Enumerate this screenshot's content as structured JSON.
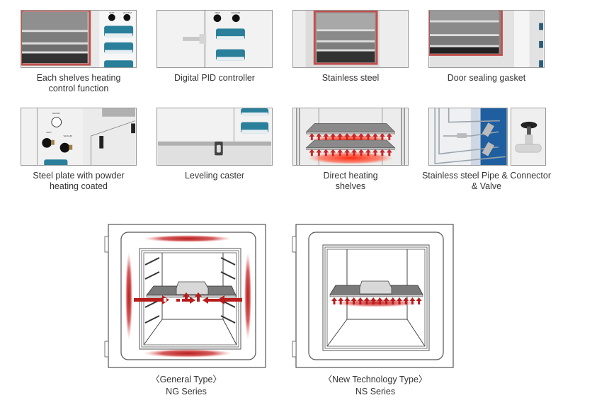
{
  "features": [
    {
      "label_line1": "Each shelves heating",
      "label_line2": "control function",
      "image": "shelves-heating-control-photo"
    },
    {
      "label_line1": "Digital PID controller",
      "label_line2": "",
      "image": "pid-controller-photo"
    },
    {
      "label_line1": "Stainless steel",
      "label_line2": "",
      "image": "stainless-chamber-photo"
    },
    {
      "label_line1": "Door sealing gasket",
      "label_line2": "",
      "image": "door-gasket-photo"
    },
    {
      "label_line1": "Steel plate with powder",
      "label_line2": "heating coated",
      "image": "powder-coated-panel-photo"
    },
    {
      "label_line1": "Leveling caster",
      "label_line2": "",
      "image": "leveling-caster-photo"
    },
    {
      "label_line1": "Direct heating",
      "label_line2": "shelves",
      "image": "direct-heating-shelves-illustration"
    },
    {
      "label_line1": "Stainless steel Pipe & Connector",
      "label_line2": "& Valve",
      "image": "pipe-connector-valve-photo"
    }
  ],
  "panel_labels": {
    "vent": "VENT",
    "vacuum": "VACUUM",
    "gauge": "GAUGE"
  },
  "diagrams": [
    {
      "type_label": "〈General Type〉",
      "series": "NG Series"
    },
    {
      "type_label": "〈New Technology Type〉",
      "series": "NS Series"
    }
  ],
  "colors": {
    "heat_red": "#b71c1c",
    "gasket_red": "#c0504d",
    "controller_teal": "#2a7f9a",
    "frame_gray": "#555555"
  }
}
